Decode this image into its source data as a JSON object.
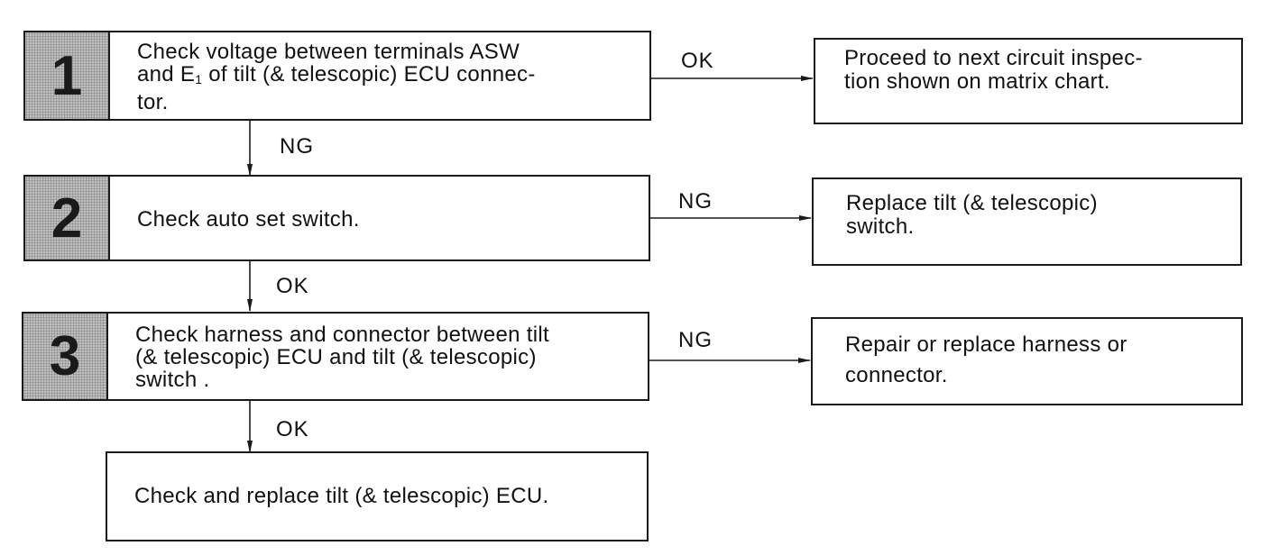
{
  "steps": [
    {
      "number": "1",
      "lines": [
        "Check voltage between terminals ASW",
        "and E",
        " of tilt (& telescopic) ECU connec-",
        "tor."
      ],
      "subscript": "1",
      "branch_label": "OK",
      "outcome": [
        "Proceed to next circuit inspec-",
        "tion shown on matrix chart."
      ],
      "down_label": "NG"
    },
    {
      "number": "2",
      "lines": [
        "Check auto set switch."
      ],
      "branch_label": "NG",
      "outcome": [
        "Replace tilt (& telescopic)",
        "switch."
      ],
      "down_label": "OK"
    },
    {
      "number": "3",
      "lines": [
        "Check harness and connector between tilt",
        "(& telescopic) ECU and tilt (& telescopic)",
        "switch ."
      ],
      "branch_label": "NG",
      "outcome": [
        "Repair or replace harness or",
        "connector."
      ],
      "down_label": "OK"
    }
  ],
  "final": {
    "text": "Check and replace tilt (& telescopic) ECU."
  }
}
